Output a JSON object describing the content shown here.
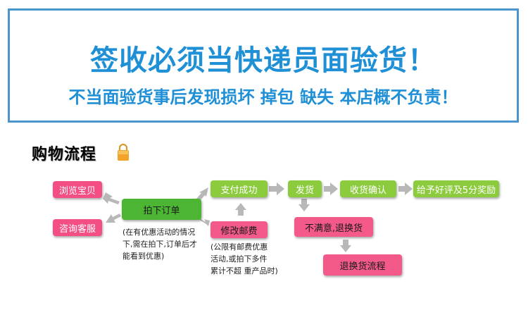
{
  "notice": {
    "line1": "签收必须当快递员面验货！",
    "line2": "不当面验货事后发现损坏 掉包 缺失 本店概不负责！"
  },
  "flow": {
    "title": "购物流程",
    "browse": "浏览宝贝",
    "consult": "咨询客服",
    "order": "拍下订单",
    "order_note": [
      "(在有优惠活动的情况",
      "下,需在拍下,订单后才",
      "能看到优惠)"
    ],
    "pay": "支付成功",
    "modify_shipping": "修改邮费",
    "shipping_note": [
      "(公限有邮费优惠",
      "活动,或拍下多件",
      "累计不超 重产品时)"
    ],
    "ship": "发货",
    "confirm": "收货确认",
    "review": "给予好评及5分奖励",
    "unsatisfied": "不满意,退换货",
    "return_process": "退换货流程"
  },
  "colors": {
    "notice_border": "#4a95cc",
    "notice_text": "#1f8fd6",
    "pink": "#f34f85",
    "green": "#8ccb3e",
    "green_dark": "#4db534",
    "arrow": "#b8b8b8"
  }
}
